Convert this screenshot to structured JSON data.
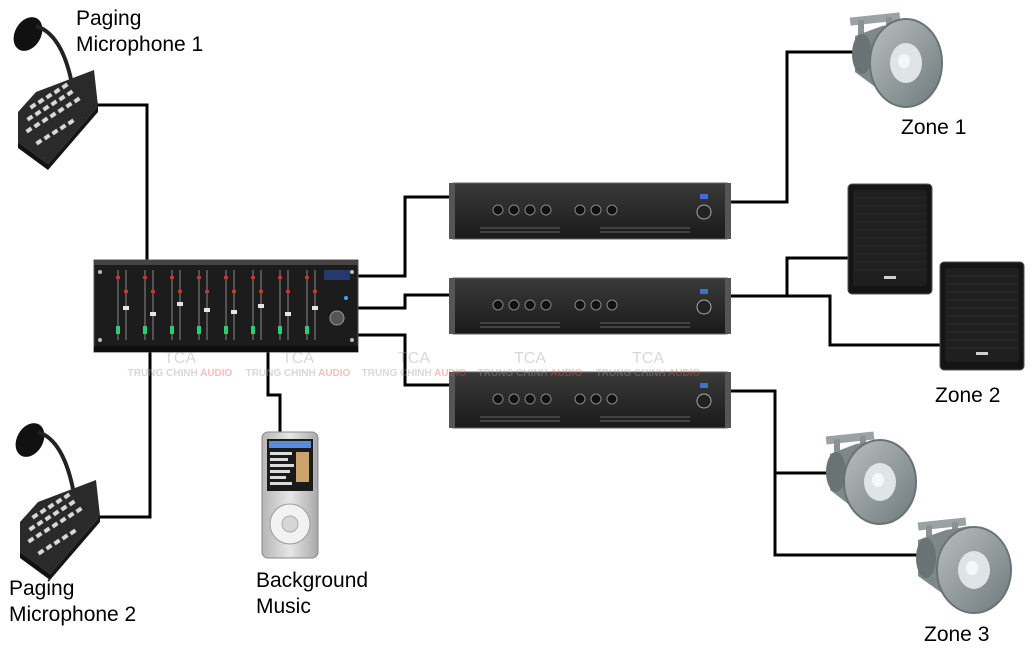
{
  "labels": {
    "mic1_line1": "Paging",
    "mic1_line2": "Microphone 1",
    "mic2_line1": "Paging",
    "mic2_line2": "Microphone 2",
    "music_line1": "Background",
    "music_line2": "Music",
    "zone1": "Zone 1",
    "zone2": "Zone 2",
    "zone3": "Zone 3"
  },
  "watermark": {
    "brand": "TCA",
    "text_main": "TRUNG CHINH",
    "text_accent": "AUDIO"
  },
  "colors": {
    "wire": "#000000",
    "device_dark": "#1e1e1e",
    "horn_gray": "#8e9798",
    "watermark_accent": "#e05a4a"
  }
}
